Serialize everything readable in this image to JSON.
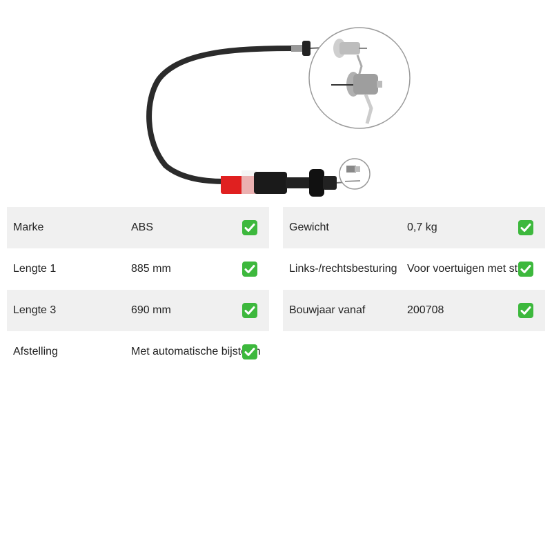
{
  "specs_left": [
    {
      "label": "Marke",
      "value": "ABS",
      "shaded": true
    },
    {
      "label": "Lengte 1",
      "value": "885 mm",
      "shaded": false
    },
    {
      "label": "Lengte 3",
      "value": "690 mm",
      "shaded": true
    },
    {
      "label": "Afstelling",
      "value": "Met automatische bijstellin",
      "shaded": false
    }
  ],
  "specs_right": [
    {
      "label": "Gewicht",
      "value": "0,7 kg",
      "shaded": true
    },
    {
      "label": "Links-/rechtsbesturing",
      "value": "Voor voertuigen met stuur",
      "shaded": false
    },
    {
      "label": "Bouwjaar vanaf",
      "value": "200708",
      "shaded": true
    }
  ],
  "icons": {
    "check": "check-mark-icon",
    "check_color": "#3db83d"
  }
}
